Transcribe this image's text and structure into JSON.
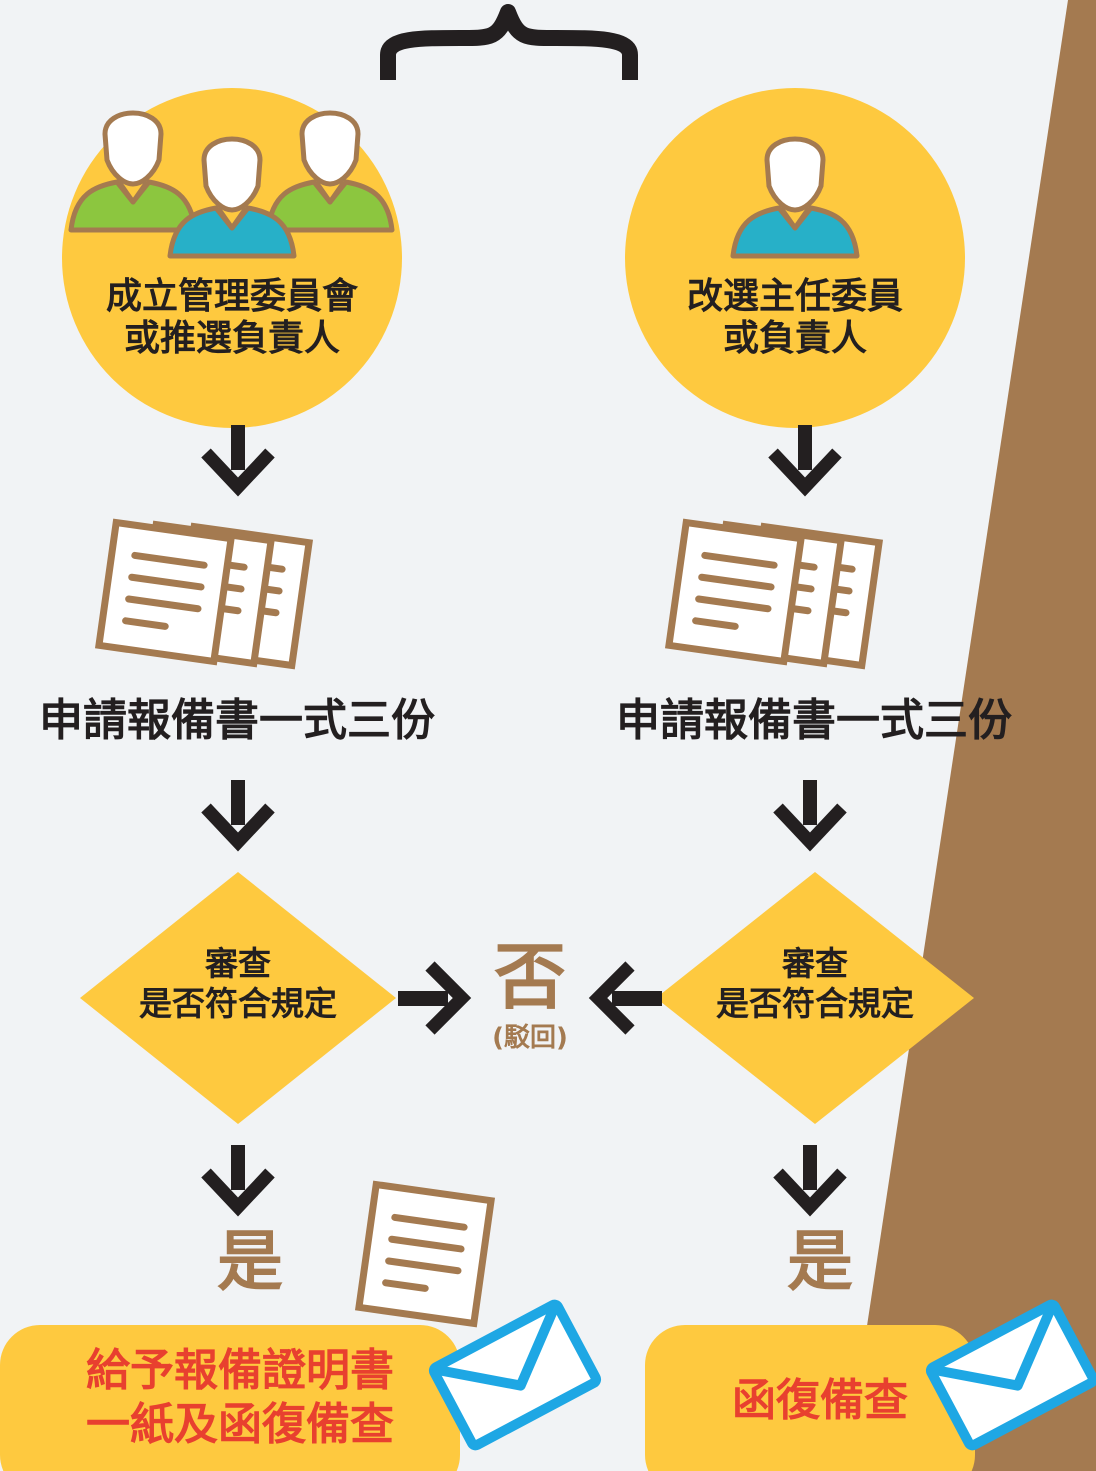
{
  "left": {
    "circle_line1": "成立管理委員會",
    "circle_line2": "或推選負責人",
    "application": "申請報備書一式三份",
    "review_line1": "審查",
    "review_line2": "是否符合規定",
    "yes": "是",
    "result_line1": "給予報備證明書",
    "result_line2": "一紙及函復備查"
  },
  "right": {
    "circle_line1": "改選主任委員",
    "circle_line2": "或負責人",
    "application": "申請報備書一式三份",
    "review_line1": "審查",
    "review_line2": "是否符合規定",
    "yes": "是",
    "result": "函復備查"
  },
  "reject": {
    "label": "否",
    "sublabel": "(駁回)"
  },
  "colors": {
    "background": "#f1f3f5",
    "brown_band": "#a47a50",
    "circle_yellow": "#fec93f",
    "result_red": "#e8402f",
    "arrow_dark": "#231f20",
    "envelope_blue": "#1ea7e4",
    "person_green": "#8cc63f",
    "person_teal": "#27b0c8"
  }
}
